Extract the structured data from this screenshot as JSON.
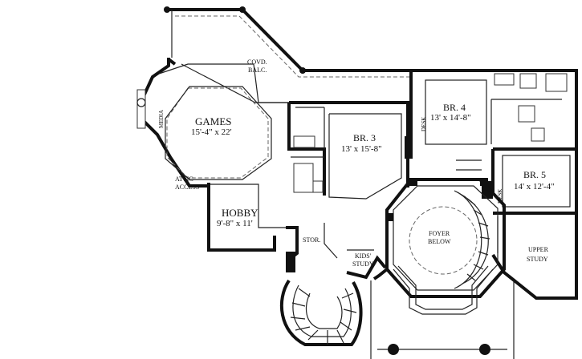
{
  "rooms": {
    "games": {
      "name": "GAMES",
      "size": "15'-4\" x 22'"
    },
    "br3": {
      "name": "BR. 3",
      "size": "13' x 15'-8\""
    },
    "br4": {
      "name": "BR. 4",
      "size": "13' x 14'-8\""
    },
    "br5": {
      "name": "BR. 5",
      "size": "14' x 12'-4\""
    },
    "hobby": {
      "name": "HOBBY",
      "size": "9'-8\" x 11'"
    }
  },
  "labels": {
    "covd_balc_1": "COVD.",
    "covd_balc_2": "BALC.",
    "media": "MEDIA",
    "attic_1": "ATTIC",
    "attic_2": "ACCESS",
    "desk_br4": "DESK",
    "desk_br5": "DESK",
    "stor": "STOR.",
    "kids_study_1": "KIDS'",
    "kids_study_2": "STUDY",
    "foyer_1": "FOYER",
    "foyer_2": "BELOW",
    "upper_study_1": "UPPER",
    "upper_study_2": "STUDY"
  }
}
